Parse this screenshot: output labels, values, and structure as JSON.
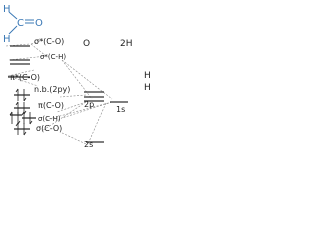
{
  "molecule": {
    "hydrogen_top": "H",
    "carbon": "C",
    "oxygen": "O",
    "hydrogen_bottom": "H",
    "bond_color": "#3a78b5"
  },
  "columns": {
    "oxygen_header": "O",
    "hydrogen_header": "2H",
    "hydrogen_right_top": "H",
    "hydrogen_right_bottom": "H"
  },
  "mo_labels": {
    "sigma_star_co": "σ*(C-O)",
    "sigma_star_ch": "σ*(C-H)",
    "pi_star_co": "π*(C-O)",
    "nb_2py": "n.b.(2py)",
    "pi_co": "π(C-O)",
    "sigma_ch": "σ(C-H)",
    "sigma_co": "σ(C-O)"
  },
  "ao_labels": {
    "o_2p": "2p",
    "h_1s": "1s",
    "o_2s": "2s"
  },
  "electron_arrows": {
    "nb_2py": 2,
    "pi_co": 2,
    "sigma_ch": 4,
    "sigma_co": 2
  }
}
